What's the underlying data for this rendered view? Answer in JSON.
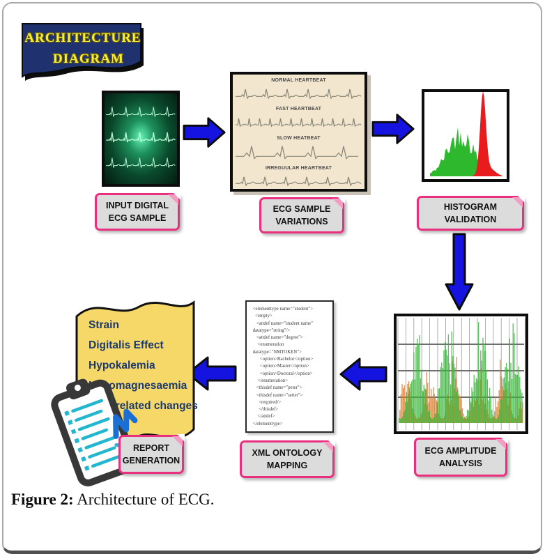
{
  "banner": {
    "line1": "ARCHITECTURE",
    "line2": "DIAGRAM"
  },
  "labels": {
    "input": "INPUT DIGITAL\nECG SAMPLE",
    "variations": "ECG SAMPLE\nVARIATIONS",
    "histogram": "HISTOGRAM\nVALIDATION",
    "amplitude": "ECG AMPLITUDE\nANALYSIS",
    "xml": "XML ONTOLOGY\nMAPPING",
    "report": "REPORT\nGENERATION"
  },
  "variations": {
    "items": [
      "NORMAL HEARTBEAT",
      "FAST HEARTBEAT",
      "SLOW HEATBEAT",
      "IRREGUULAR HEARTBEAT"
    ]
  },
  "report": {
    "conditions": [
      "Strain",
      "Digitalis Effect",
      "Hypokalemia",
      "Hypomagnesaemia",
      "Rate-related changes"
    ]
  },
  "xml": {
    "lines": [
      " <elementtype name=\"student\">",
      "   <empty>",
      "    <attdef name=\"student name\"",
      " datatype=\"string\"/>",
      "    <attdef name=\"degree\">",
      "     <enumeration",
      " datatype=\"NMTOKEN\">",
      "       <option>Bachelor</option>",
      "       <option>Master</option>",
      "       <option>Doctoral</option>",
      "     </enumeration>",
      "    <thisdef name=\"peter\">",
      "    <thisdef name=\"setter\">",
      "      <required/>",
      "      </thisdef>",
      "     </attdef>",
      " </elementtype>"
    ]
  },
  "caption": {
    "prefix": "Figure 2:",
    "text": " Architecture of ECG."
  },
  "colors": {
    "arrow_blue": "#1513df",
    "pink_border": "#ea2f7f",
    "plate_fill": "#dcdcdc",
    "navy": "#1d3a6e",
    "banner_navy": "#20316f",
    "banner_yellow": "#f8ef3d",
    "shape_yellow": "#f6d869",
    "hist_green": "#2db82d",
    "hist_red": "#e81c1c",
    "amp_green": "#3cb63c",
    "amp_orange": "#d97b28",
    "beige": "#f3e6cf",
    "trace_ink": "#8a8878",
    "clip_teal": "#23b6cf",
    "clip_blue": "#1a6fd4"
  }
}
